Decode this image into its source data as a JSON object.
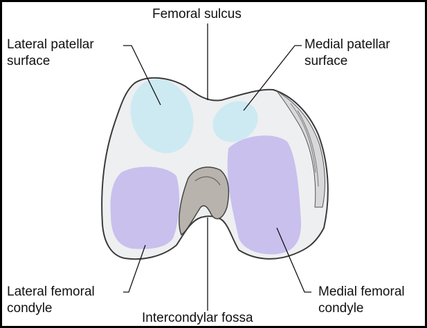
{
  "diagram": {
    "colors": {
      "bone_fill": "#eeeff1",
      "bone_outline": "#3a3a3a",
      "patellar_surface": "#cdeaf2",
      "condyle_surface": "#c9c0ee",
      "fossa_shadow": "#b8b4ad",
      "leader_line": "#111111"
    },
    "labels": {
      "femoral_sulcus": "Femoral sulcus",
      "lateral_patellar_line1": "Lateral patellar",
      "lateral_patellar_line2": "surface",
      "medial_patellar_line1": "Medial patellar",
      "medial_patellar_line2": "surface",
      "lateral_femoral_line1": "Lateral femoral",
      "lateral_femoral_line2": "condyle",
      "medial_femoral_line1": "Medial femoral",
      "medial_femoral_line2": "condyle",
      "intercondylar_fossa": "Intercondylar fossa"
    }
  }
}
